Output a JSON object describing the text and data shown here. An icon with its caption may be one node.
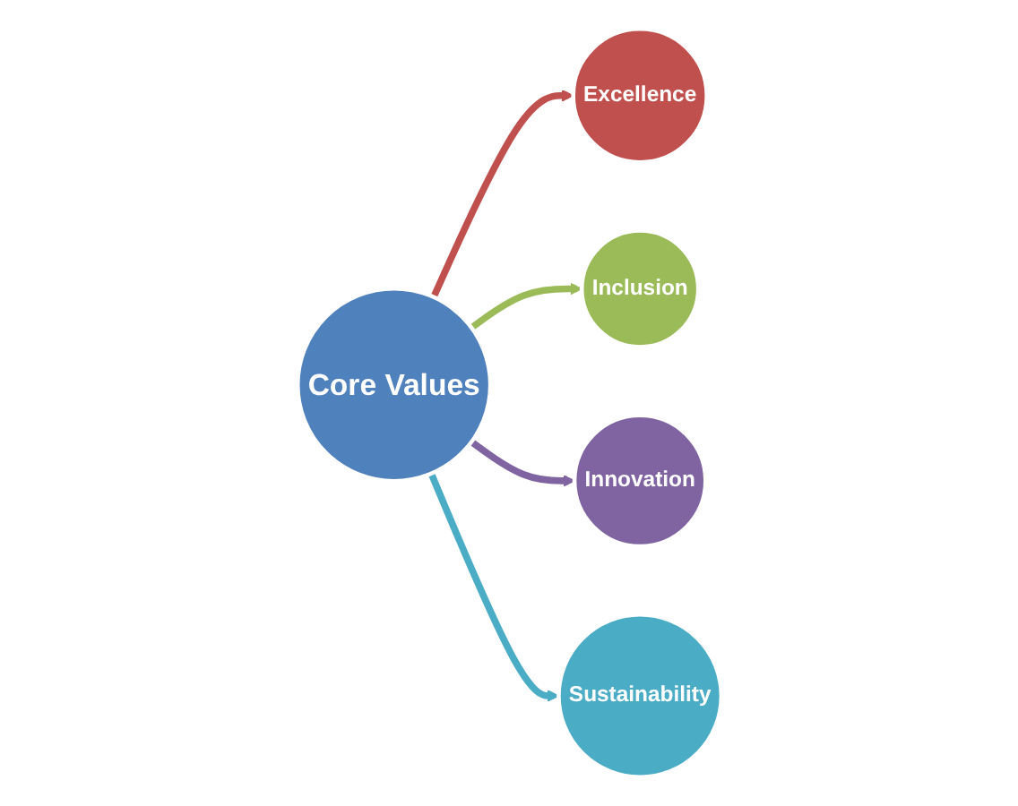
{
  "diagram": {
    "nodes": [
      {
        "text": [
          "Core Values"
        ]
      },
      {
        "text": [
          "Excellence"
        ]
      },
      {
        "text": [
          "Inclusion"
        ]
      },
      {
        "text": [
          "Innovation"
        ]
      },
      {
        "text": [
          "Sustainability"
        ]
      }
    ],
    "edges": [
      {
        "from": 0,
        "to": 1,
        "arrow": "to",
        "color": "#c0504d"
      },
      {
        "from": 0,
        "to": 2,
        "arrow": "to",
        "color": "#9bbb59"
      },
      {
        "from": 0,
        "to": 3,
        "arrow": "to",
        "color": "#8064a2"
      },
      {
        "from": 0,
        "to": 4,
        "arrow": "to",
        "color": "#4bacc6"
      }
    ]
  }
}
